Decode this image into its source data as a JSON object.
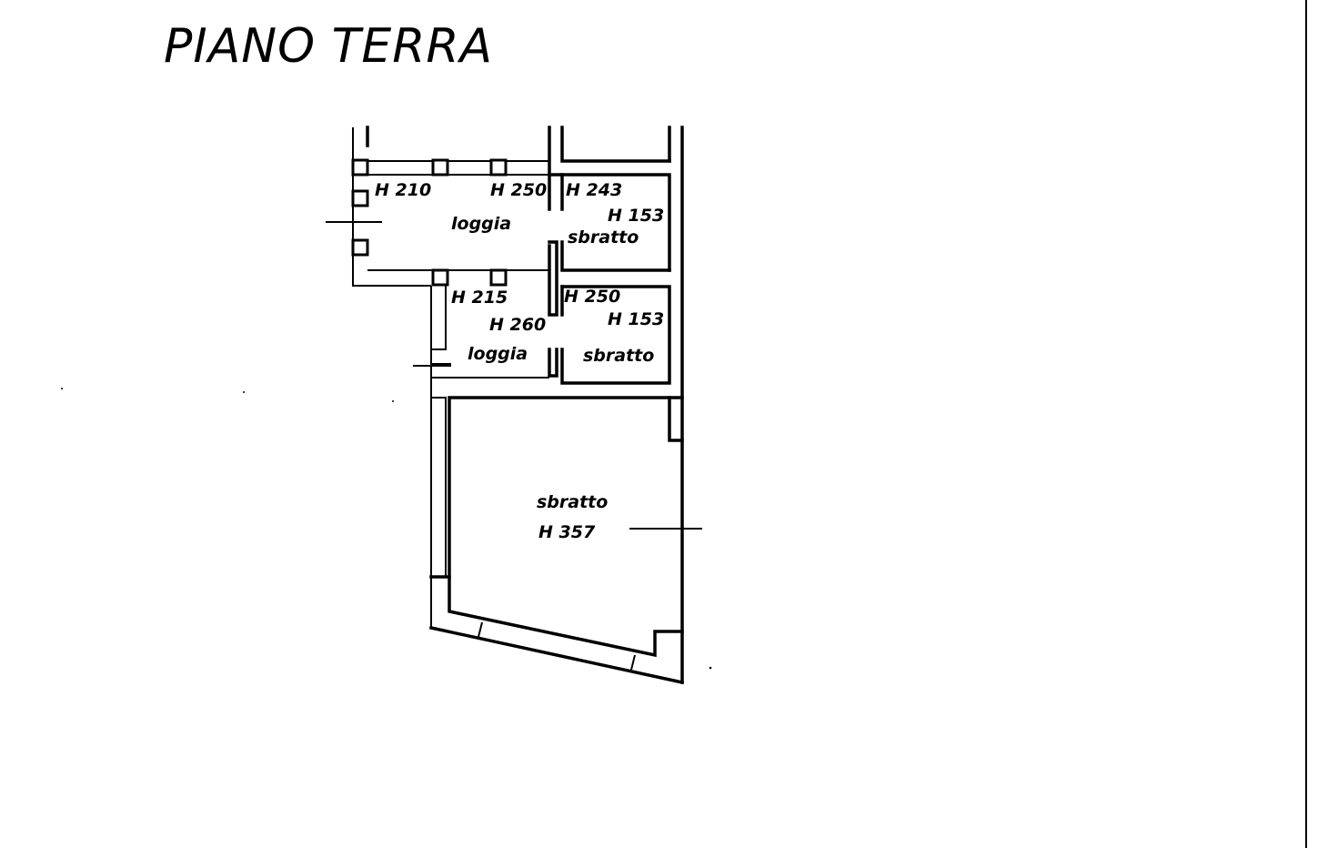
{
  "title": "PIANO TERRA",
  "rooms": {
    "loggia_upper": {
      "name": "loggia",
      "h_left": "H 210",
      "h_right": "H 250"
    },
    "sbratto_upper": {
      "name": "sbratto",
      "h_top": "H 243",
      "h_inner": "H 153"
    },
    "loggia_lower": {
      "name": "loggia",
      "h_left": "H 215",
      "h_center": "H 260"
    },
    "sbratto_lower": {
      "name": "sbratto",
      "h_top": "H 250",
      "h_inner": "H 153"
    },
    "sbratto_large": {
      "name": "sbratto",
      "h": "H 357"
    }
  }
}
